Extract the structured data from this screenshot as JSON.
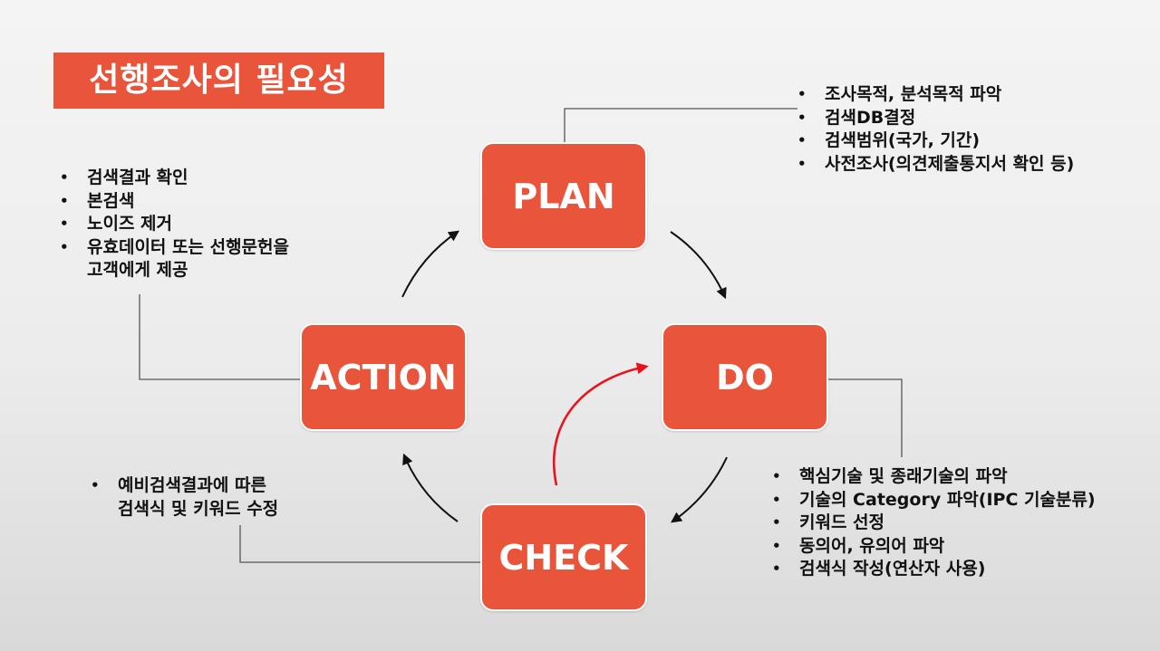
{
  "title": "선행조사의 필요성",
  "colors": {
    "stage_fill": "#e9553b",
    "cycle_arrow": "#111111",
    "feedback_arrow": "#e8131b",
    "connector": "#555555"
  },
  "stages": {
    "plan": "PLAN",
    "do": "DO",
    "check": "CHECK",
    "action": "ACTION"
  },
  "notes": {
    "plan": [
      "조사목적, 분석목적 파악",
      "검색DB결정",
      "검색범위(국가, 기간)",
      "사전조사(의견제출통지서 확인 등)"
    ],
    "action": [
      "검색결과 확인",
      "본검색",
      "노이즈 제거",
      "유효데이터 또는 선행문헌을",
      "고객에게 제공"
    ],
    "do": [
      "핵심기술 및 종래기술의 파악",
      "기술의  Category 파악(IPC 기술분류)",
      "키워드 선정",
      "동의어, 유의어 파악",
      "검색식 작성(연산자 사용)"
    ],
    "check": [
      "예비검색결과에  따른",
      "검색식 및 키워드 수정"
    ]
  }
}
